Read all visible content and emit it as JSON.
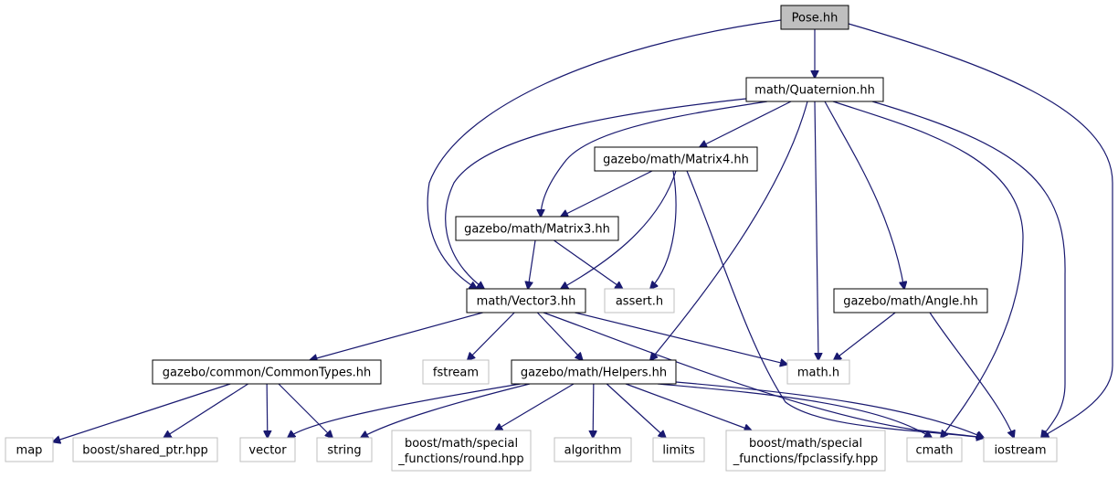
{
  "nodes": [
    {
      "id": "pose",
      "label": "Pose.hh",
      "style": "root"
    },
    {
      "id": "quat",
      "label": "math/Quaternion.hh",
      "style": "documented"
    },
    {
      "id": "matrix4",
      "label": "gazebo/math/Matrix4.hh",
      "style": "documented"
    },
    {
      "id": "matrix3",
      "label": "gazebo/math/Matrix3.hh",
      "style": "documented"
    },
    {
      "id": "vector3",
      "label": "math/Vector3.hh",
      "style": "documented"
    },
    {
      "id": "assert",
      "label": "assert.h",
      "style": "external"
    },
    {
      "id": "angle",
      "label": "gazebo/math/Angle.hh",
      "style": "documented"
    },
    {
      "id": "commontypes",
      "label": "gazebo/common/CommonTypes.hh",
      "style": "documented"
    },
    {
      "id": "fstream",
      "label": "fstream",
      "style": "external"
    },
    {
      "id": "helpers",
      "label": "gazebo/math/Helpers.hh",
      "style": "documented"
    },
    {
      "id": "mathh",
      "label": "math.h",
      "style": "external"
    },
    {
      "id": "map",
      "label": "map",
      "style": "external"
    },
    {
      "id": "sharedptr",
      "label": "boost/shared_ptr.hpp",
      "style": "external"
    },
    {
      "id": "vector",
      "label": "vector",
      "style": "external"
    },
    {
      "id": "string",
      "label": "string",
      "style": "external"
    },
    {
      "id": "round",
      "label": "boost/math/special\n_functions/round.hpp",
      "style": "external"
    },
    {
      "id": "algorithm",
      "label": "algorithm",
      "style": "external"
    },
    {
      "id": "limits",
      "label": "limits",
      "style": "external"
    },
    {
      "id": "fpclassify",
      "label": "boost/math/special\n_functions/fpclassify.hpp",
      "style": "external"
    },
    {
      "id": "cmath",
      "label": "cmath",
      "style": "external"
    },
    {
      "id": "iostream",
      "label": "iostream",
      "style": "external"
    }
  ],
  "edges": [
    {
      "from": "pose",
      "to": "quat"
    },
    {
      "from": "pose",
      "to": "vector3"
    },
    {
      "from": "pose",
      "to": "iostream"
    },
    {
      "from": "quat",
      "to": "matrix4"
    },
    {
      "from": "quat",
      "to": "matrix3"
    },
    {
      "from": "quat",
      "to": "vector3"
    },
    {
      "from": "quat",
      "to": "helpers"
    },
    {
      "from": "quat",
      "to": "mathh"
    },
    {
      "from": "quat",
      "to": "angle"
    },
    {
      "from": "quat",
      "to": "cmath"
    },
    {
      "from": "quat",
      "to": "iostream"
    },
    {
      "from": "matrix4",
      "to": "matrix3"
    },
    {
      "from": "matrix4",
      "to": "vector3"
    },
    {
      "from": "matrix4",
      "to": "assert"
    },
    {
      "from": "matrix4",
      "to": "iostream"
    },
    {
      "from": "matrix3",
      "to": "vector3"
    },
    {
      "from": "matrix3",
      "to": "assert"
    },
    {
      "from": "vector3",
      "to": "commontypes"
    },
    {
      "from": "vector3",
      "to": "fstream"
    },
    {
      "from": "vector3",
      "to": "helpers"
    },
    {
      "from": "vector3",
      "to": "mathh"
    },
    {
      "from": "vector3",
      "to": "iostream"
    },
    {
      "from": "angle",
      "to": "mathh"
    },
    {
      "from": "angle",
      "to": "iostream"
    },
    {
      "from": "commontypes",
      "to": "map"
    },
    {
      "from": "commontypes",
      "to": "sharedptr"
    },
    {
      "from": "commontypes",
      "to": "vector"
    },
    {
      "from": "commontypes",
      "to": "string"
    },
    {
      "from": "helpers",
      "to": "vector"
    },
    {
      "from": "helpers",
      "to": "string"
    },
    {
      "from": "helpers",
      "to": "round"
    },
    {
      "from": "helpers",
      "to": "algorithm"
    },
    {
      "from": "helpers",
      "to": "limits"
    },
    {
      "from": "helpers",
      "to": "fpclassify"
    },
    {
      "from": "helpers",
      "to": "cmath"
    },
    {
      "from": "helpers",
      "to": "iostream"
    }
  ],
  "colors": {
    "edge": "#191970",
    "root_fill": "#bfbfbf",
    "documented_border": "#000000",
    "external_border": "#bfbfbf",
    "text": "#000000"
  }
}
